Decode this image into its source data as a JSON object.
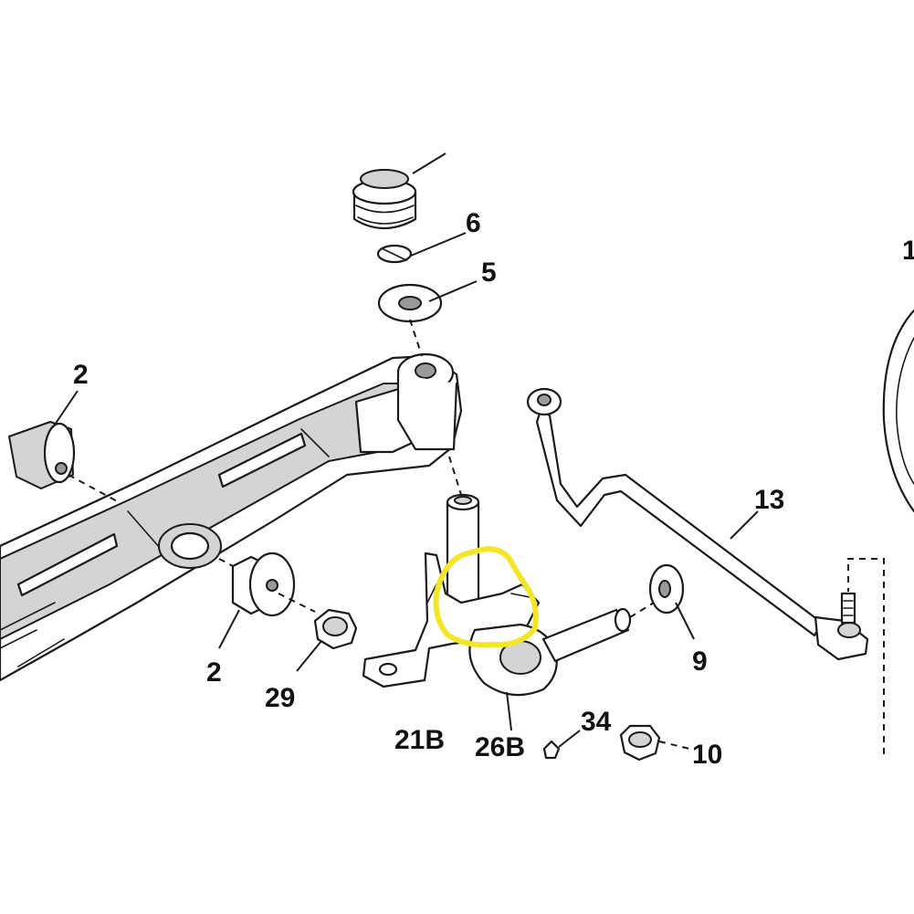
{
  "labels": {
    "p2_upper": "2",
    "p2_lower": "2",
    "p5": "5",
    "p6": "6",
    "p9": "9",
    "p10": "10",
    "p13": "13",
    "p21b": "21B",
    "p26b": "26B",
    "p29": "29",
    "p34": "34",
    "p_edge": "1"
  },
  "colors": {
    "highlight": "#f2e62a",
    "ink": "#1a1a1a"
  }
}
